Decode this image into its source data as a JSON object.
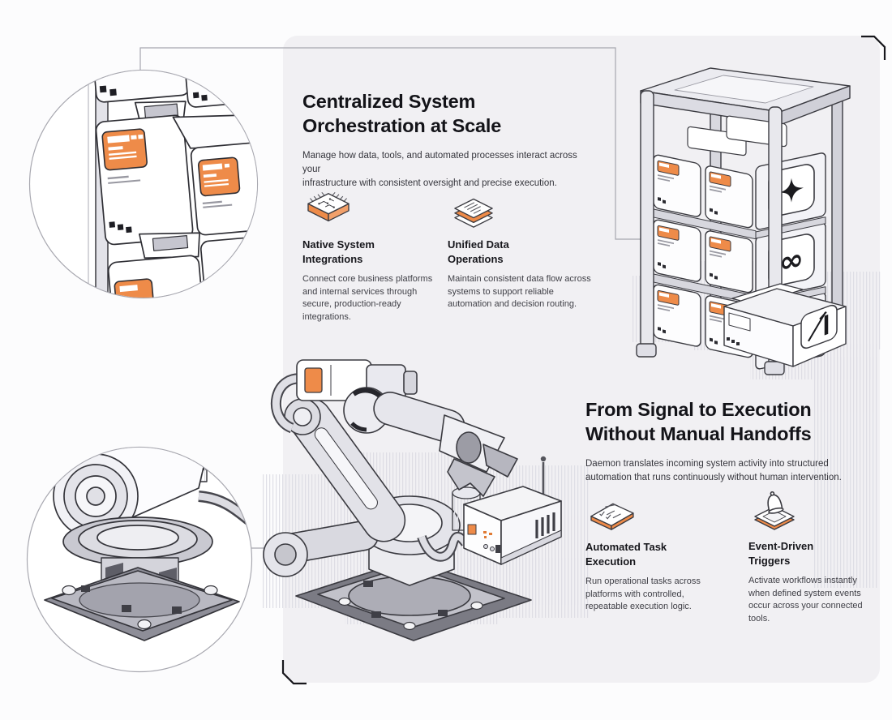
{
  "page": {
    "colors": {
      "page_background": "#FCFCFD",
      "card_background": "#F1F0F3",
      "accent_orange": "#EE8B49",
      "heading_text": "#131318",
      "body_text": "#3F3F46",
      "line_art": "#3A3A40"
    }
  },
  "sections": [
    {
      "id": "orchestration",
      "title_lines": [
        "Centralized System",
        "Orchestration at Scale"
      ],
      "subtitle_lines": [
        "Manage how data, tools, and automated processes interact across your",
        "infrastructure with consistent oversight and precise execution."
      ],
      "features": [
        {
          "icon": "chip-icon",
          "title_lines": [
            "Native System",
            "Integrations"
          ],
          "desc_lines": [
            "Connect core business platforms",
            "and internal services through",
            "secure, production-ready",
            "integrations."
          ]
        },
        {
          "icon": "document-stack-icon",
          "title_lines": [
            "Unified Data",
            "Operations"
          ],
          "desc_lines": [
            "Maintain consistent data flow across",
            "systems to support reliable",
            "automation and decision routing."
          ]
        }
      ]
    },
    {
      "id": "execution",
      "title_lines": [
        "From Signal to Execution",
        "Without Manual Handoffs"
      ],
      "subtitle_lines": [
        "Daemon translates incoming system activity into structured",
        "automation that runs continuously without human intervention."
      ],
      "features": [
        {
          "icon": "checklist-icon",
          "title_lines": [
            "Automated Task",
            "Execution"
          ],
          "desc_lines": [
            "Run operational tasks across",
            "platforms with controlled,",
            "repeatable execution logic."
          ]
        },
        {
          "icon": "bell-platform-icon",
          "title_lines": [
            "Event-Driven",
            "Triggers"
          ],
          "desc_lines": [
            "Activate workflows instantly",
            "when defined system events",
            "occur across your connected",
            "tools."
          ]
        }
      ]
    }
  ],
  "illustrations": {
    "crate_magnifier": "crate-stack-closeup",
    "joint_magnifier": "robot-joint-closeup",
    "robot": "robot-arm-with-controller",
    "rack": {
      "name": "crate-rack",
      "logo_icons": [
        "sparkle-logo-icon",
        "infinity-logo-icon",
        "swirl-logo-icon"
      ],
      "floor_box_logo": "xai-logo-icon"
    }
  }
}
